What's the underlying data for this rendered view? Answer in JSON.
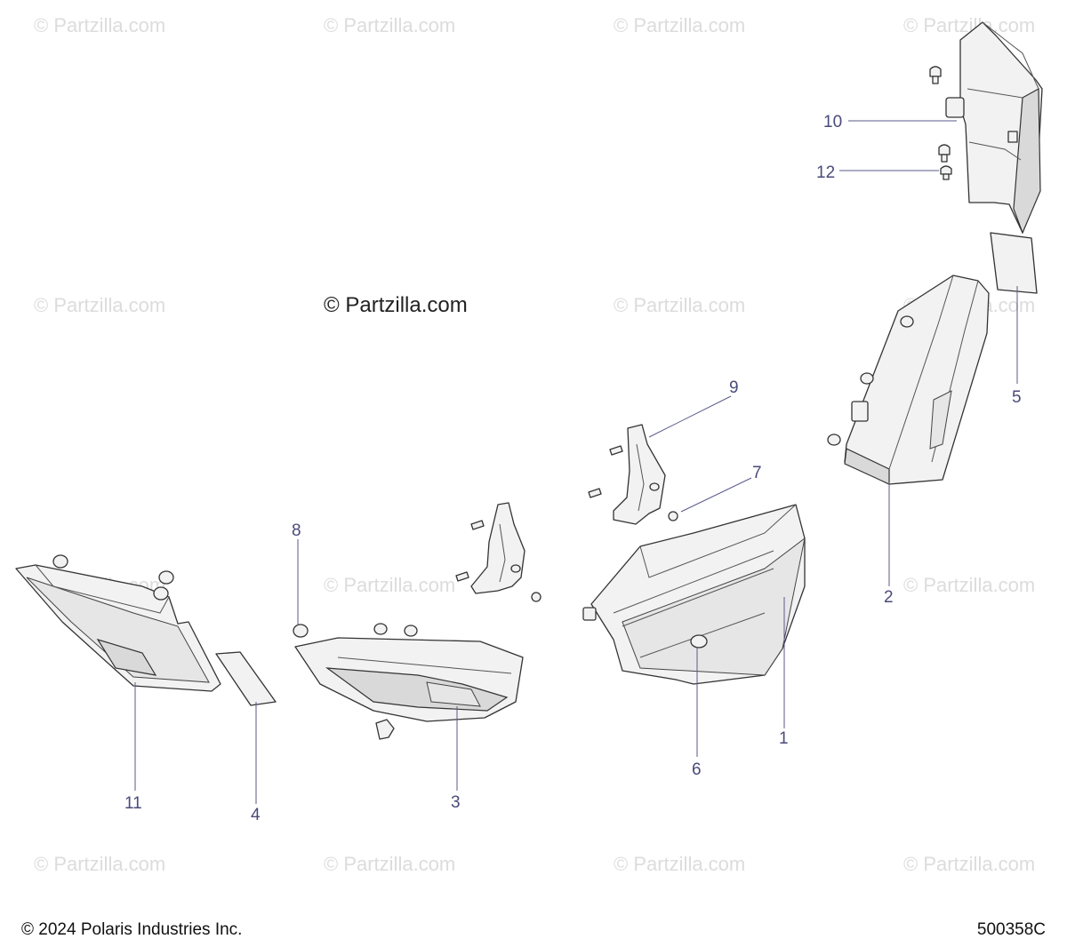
{
  "watermark": {
    "repeat_text": "© Partzilla.com",
    "main_text": "© Partzilla.com"
  },
  "callouts": {
    "c1": "1",
    "c2": "2",
    "c3": "3",
    "c4": "4",
    "c5": "5",
    "c6": "6",
    "c7": "7",
    "c8": "8",
    "c9": "9",
    "c10": "10",
    "c11": "11",
    "c12": "12"
  },
  "footer": {
    "copyright": "© 2024 Polaris Industries Inc.",
    "diagram_number": "500358C"
  }
}
